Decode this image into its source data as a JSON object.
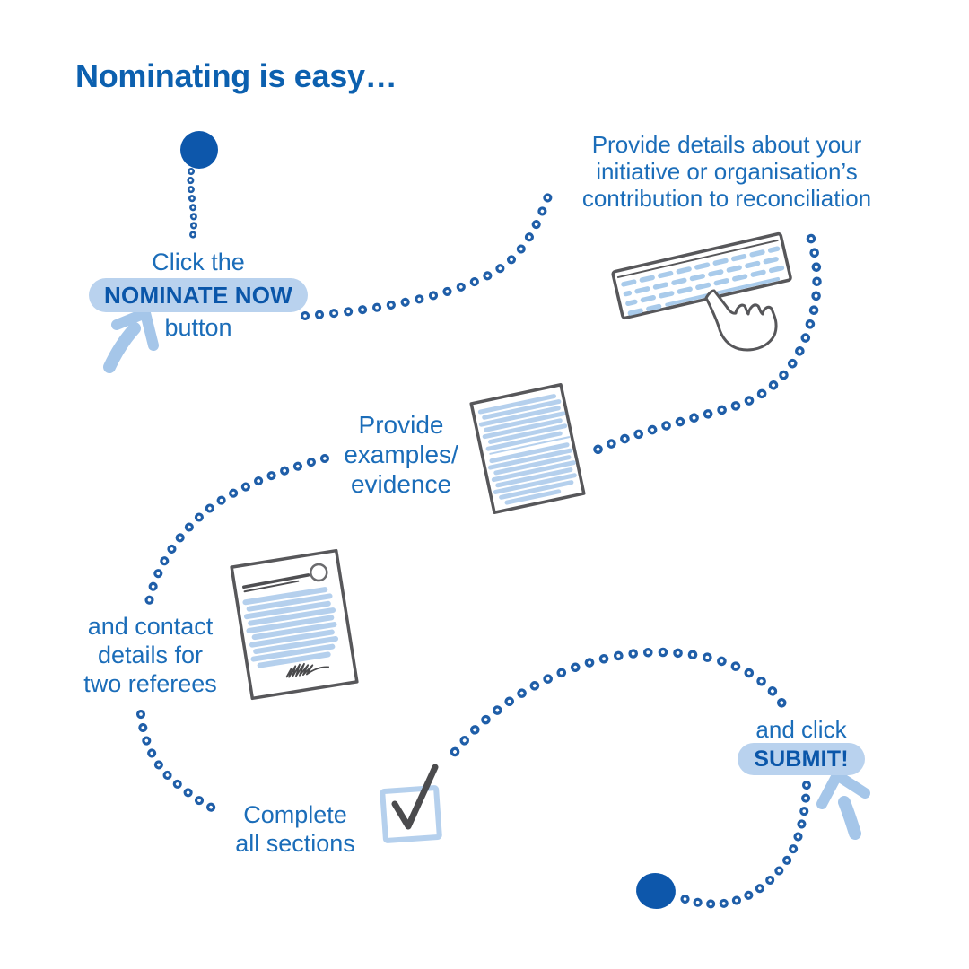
{
  "title": "Nominating is easy…",
  "steps": {
    "nominate": {
      "line1": "Click the",
      "pill": "NOMINATE NOW",
      "line2": "button"
    },
    "details": {
      "line1": "Provide details about your",
      "line2": "initiative or organisation’s",
      "line3": "contribution to reconciliation"
    },
    "evidence": {
      "line1": "Provide",
      "line2": "examples/",
      "line3": "evidence"
    },
    "referees": {
      "line1": "and contact",
      "line2": "details for",
      "line3": "two referees"
    },
    "complete": {
      "line1": "Complete",
      "line2": "all sections"
    },
    "submit": {
      "line1": "and click",
      "pill": "SUBMIT!"
    }
  },
  "illustrations": {
    "start_marker": "big-dot",
    "nominate_arrow": "hand-drawn-arrow-up-right",
    "keyboard": "keyboard-with-typing-hand",
    "evidence_document": "document-with-scribbled-text",
    "referee_document": "letter-with-heading-logo-signature",
    "checkbox": "ticked-checkbox",
    "submit_arrow": "hand-drawn-arrow-up-left",
    "end_marker": "big-dot"
  },
  "colors": {
    "heading": "#0c60af",
    "body": "#1b6db9",
    "pill_bg": "#b9d2ee",
    "pill_text": "#0a56a9",
    "dot": "#1f5ea8",
    "big_dot": "#0d57ab",
    "arrow": "#a5c6e9",
    "sketch": "#57575a",
    "scribble": "#b5d0ed",
    "keys": "#a9cbeb",
    "check": "#4b4b4d"
  }
}
